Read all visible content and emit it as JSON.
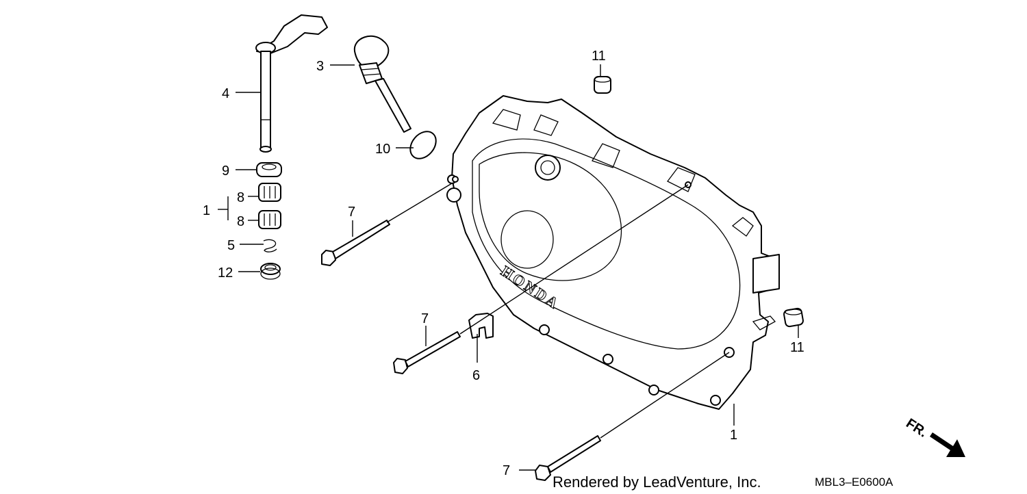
{
  "callouts": {
    "c4": "4",
    "c3": "3",
    "c10": "10",
    "c9": "9",
    "c8a": "8",
    "c8b": "8",
    "c1_left": "1",
    "c5": "5",
    "c12": "12",
    "c7_top": "7",
    "c7_mid": "7",
    "c6": "6",
    "c7_bottom": "7",
    "c11_top": "11",
    "c11_right": "11",
    "c1_bottom": "1"
  },
  "cover_logo": "HONDA",
  "direction_label": "FR.",
  "footer": {
    "credit": "Rendered by LeadVenture, Inc.",
    "diagram_code": "MBL3–E0600A"
  },
  "colors": {
    "line": "#000000",
    "background": "#ffffff"
  }
}
